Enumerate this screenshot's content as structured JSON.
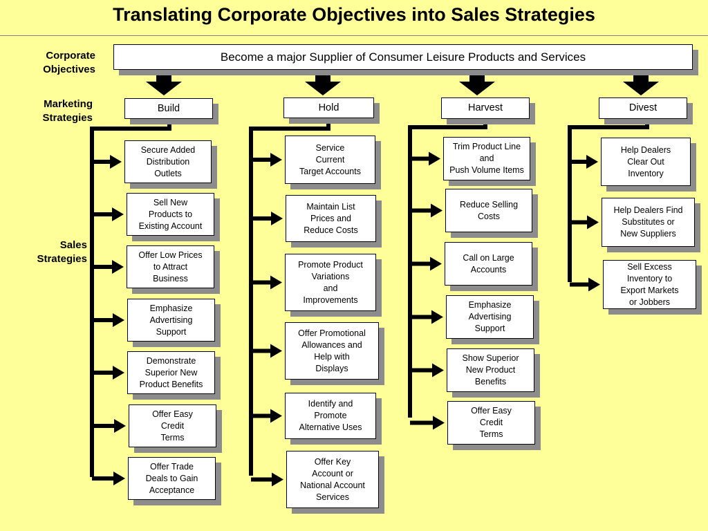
{
  "title": "Translating Corporate Objectives into Sales Strategies",
  "labels": {
    "corporate": "Corporate\nObjectives",
    "marketing": "Marketing\nStrategies",
    "sales": "Sales\nStrategies"
  },
  "objective": "Become a major Supplier of Consumer Leisure Products and Services",
  "strategies": [
    {
      "name": "Build",
      "sales": [
        "Secure Added\nDistribution\nOutlets",
        "Sell New\nProducts to\nExisting Account",
        "Offer Low Prices\nto Attract\nBusiness",
        "Emphasize\nAdvertising\nSupport",
        "Demonstrate\nSuperior New\nProduct Benefits",
        "Offer Easy\nCredit\nTerms",
        "Offer Trade\nDeals to Gain\nAcceptance"
      ]
    },
    {
      "name": "Hold",
      "sales": [
        "Service\nCurrent\nTarget Accounts",
        "Maintain List\nPrices and\nReduce Costs",
        "Promote Product\nVariations\nand\nImprovements",
        "Offer Promotional\nAllowances and\nHelp with\nDisplays",
        "Identify and\nPromote\nAlternative Uses",
        "Offer Key\nAccount or\nNational Account\nServices"
      ]
    },
    {
      "name": "Harvest",
      "sales": [
        "Trim Product Line\nand\nPush Volume Items",
        "Reduce Selling\nCosts",
        "Call on Large\nAccounts",
        "Emphasize\nAdvertising\nSupport",
        "Show Superior\nNew Product\nBenefits",
        "Offer Easy\nCredit\nTerms"
      ]
    },
    {
      "name": "Divest",
      "sales": [
        "Help Dealers\nClear Out\nInventory",
        "Help Dealers Find\nSubstitutes or\nNew Suppliers",
        "Sell Excess\nInventory to\nExport Markets\nor Jobbers"
      ]
    }
  ]
}
